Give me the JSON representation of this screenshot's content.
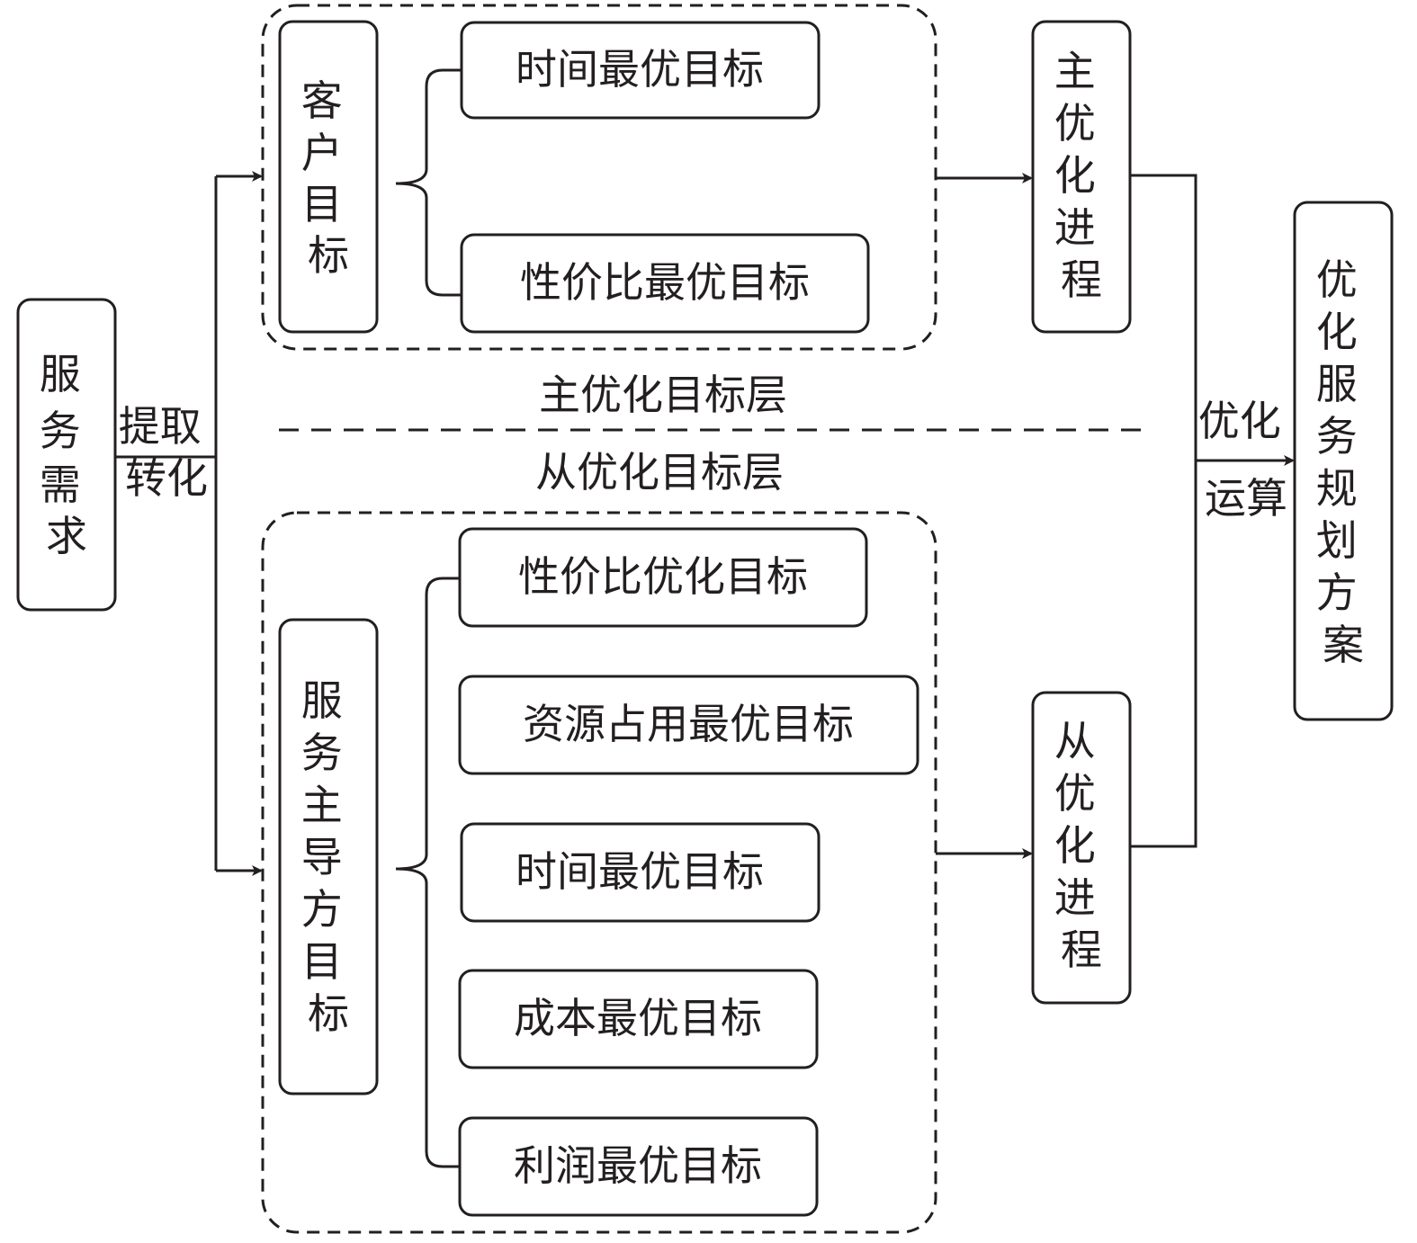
{
  "diagram": {
    "service_demand": [
      "服",
      "务",
      "需",
      "求"
    ],
    "extract_transform": [
      "提取",
      "转化"
    ],
    "primary_layer_label": "主优化目标层",
    "secondary_layer_label": "从优化目标层",
    "customer_goal": [
      "客",
      "户",
      "目",
      "标"
    ],
    "customer_goal_items": [
      "时间最优目标",
      "性价比最优目标"
    ],
    "provider_goal": [
      "服",
      "务",
      "主",
      "导",
      "方",
      "目",
      "标"
    ],
    "provider_goal_items": [
      "性价比优化目标",
      "资源占用最优目标",
      "时间最优目标",
      "成本最优目标",
      "利润最优目标"
    ],
    "primary_process": [
      "主",
      "优",
      "化",
      "进",
      "程"
    ],
    "secondary_process": [
      "从",
      "优",
      "化",
      "进",
      "程"
    ],
    "optimization_operation": [
      "优化",
      "运算"
    ],
    "plan": [
      "优",
      "化",
      "服",
      "务",
      "规",
      "划",
      "方",
      "案"
    ]
  }
}
